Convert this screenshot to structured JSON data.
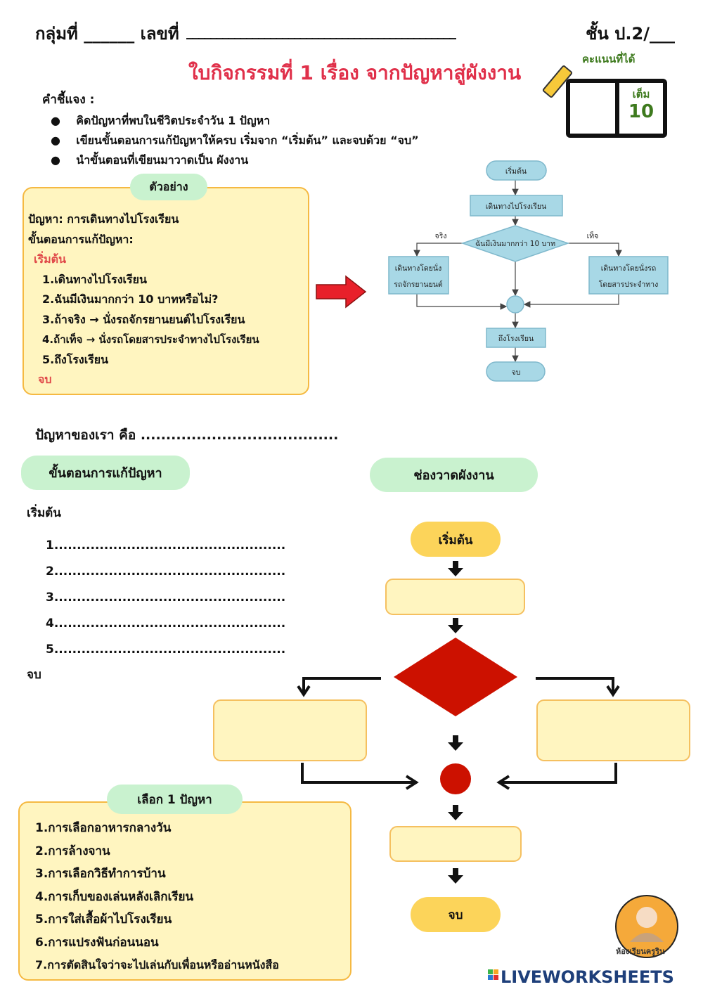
{
  "header": {
    "group_label": "กลุ่มที่",
    "group_blank": "______",
    "number_label": "เลขที่",
    "number_blank": "_____________________________________________",
    "class_label": "ชั้น ป.2/___"
  },
  "title": "ใบกิจกรรมที่ 1 เรื่อง จากปัญหาสู่ผังงาน",
  "score": {
    "label": "คะแนนที่ได้",
    "full_label": "เต็ม",
    "full_value": "10"
  },
  "instructions": {
    "label": "คำชี้แจง :",
    "items": [
      "คิดปัญหาที่พบในชีวิตประจำวัน 1 ปัญหา",
      "เขียนขั้นตอนการแก้ปัญหาให้ครบ เริ่มจาก “เริ่มต้น” และจบด้วย “จบ”",
      "นำขั้นตอนที่เขียนมาวาดเป็น ผังงาน"
    ]
  },
  "example": {
    "tag": "ตัวอย่าง",
    "problem": "ปัญหา: การเดินทางไปโรงเรียน",
    "steps_label": "ขั้นตอนการแก้ปัญหา:",
    "start": "เริ่มต้น",
    "steps": [
      "1.เดินทางไปโรงเรียน",
      "2.ฉันมีเงินมากกว่า 10 บาทหรือไม่?",
      "3.ถ้าจริง → นั่งรถจักรยานยนต์ไปโรงเรียน",
      "4.ถ้าเท็จ → นั่งรถโดยสารประจำทางไปโรงเรียน",
      "5.ถึงโรงเรียน"
    ],
    "end": "จบ"
  },
  "example_flow": {
    "start": "เริ่มต้น",
    "step1": "เดินทางไปโรงเรียน",
    "decision": "ฉันมีเงินมากกว่า 10 บาท",
    "true_label": "จริง",
    "false_label": "เท็จ",
    "true_1": "เดินทางโดยนั่ง",
    "true_2": "รถจักรยานยนต์",
    "false_1": "เดินทางโดยนั่งรถ",
    "false_2": "โดยสารประจำทาง",
    "arrive": "ถึงโรงเรียน",
    "end": "จบ",
    "color": "#a8d8e6"
  },
  "our_problem": "ปัญหาของเรา คือ .......................................",
  "steps_section": {
    "title": "ขั้นตอนการแก้ปัญหา",
    "start": "เริ่มต้น",
    "lines": [
      "1...................................................",
      "2...................................................",
      "3...................................................",
      "4...................................................",
      "5..................................................."
    ],
    "end": "จบ"
  },
  "draw_section": {
    "title": "ช่องวาดผังงาน",
    "start": "เริ่มต้น",
    "end": "จบ",
    "decision_color": "#cc1100",
    "terminal_color": "#fcd45a"
  },
  "choices": {
    "tag": "เลือก 1 ปัญหา",
    "items": [
      "1.การเลือกอาหารกลางวัน",
      "2.การล้างจาน",
      "3.การเลือกวิธีทำการบ้าน",
      "4.การเก็บของเล่นหลังเลิกเรียน",
      "5.การใส่เสื้อผ้าไปโรงเรียน",
      "6.การแปรงฟันก่อนนอน",
      "7.การตัดสินใจว่าจะไปเล่นกับเพื่อนหรืออ่านหนังสือ"
    ]
  },
  "footer": {
    "logo": "LIVEWORKSHEETS",
    "avatar_caption": "ห้องเรียนครูริน"
  }
}
